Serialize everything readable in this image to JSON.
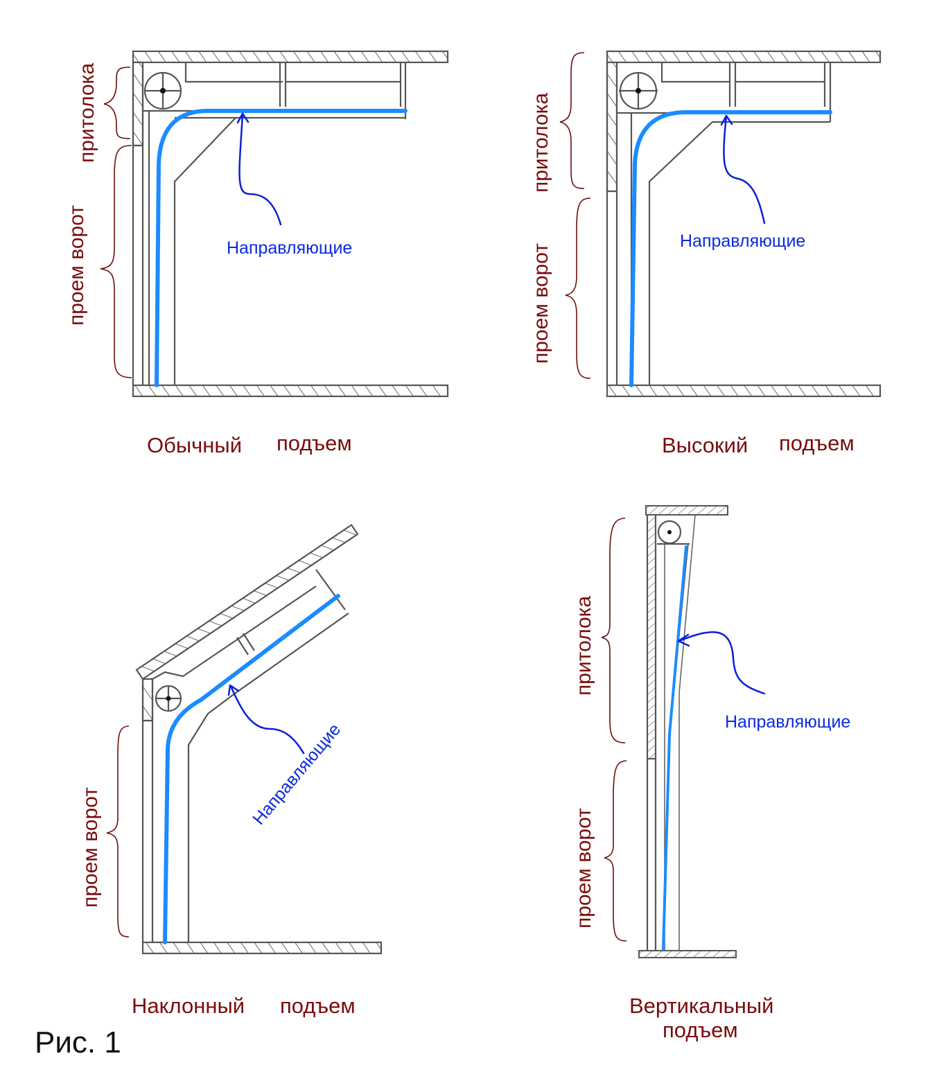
{
  "figure": {
    "caption": "Рис. 1",
    "colors": {
      "label": "#7a0c0c",
      "guide_annotation": "#0a2ae0",
      "guide_rail": "#1a8cff",
      "structure": "#555555"
    },
    "panels": [
      {
        "id": "standard",
        "title_word1": "Обычный",
        "title_word2": "подъем",
        "lintel_label": "притолока",
        "opening_label": "проем ворот",
        "guides_label": "Направляющие"
      },
      {
        "id": "high",
        "title_word1": "Высокий",
        "title_word2": "подъем",
        "lintel_label": "притолока",
        "opening_label": "проем ворот",
        "guides_label": "Направляющие"
      },
      {
        "id": "inclined",
        "title_word1": "Наклонный",
        "title_word2": "подъем",
        "opening_label": "проем ворот",
        "guides_label": "Направляющие"
      },
      {
        "id": "vertical",
        "title_line1": "Вертикальный",
        "title_line2": "подъем",
        "lintel_label": "притолока",
        "opening_label": "проем ворот",
        "guides_label": "Направляющие"
      }
    ]
  }
}
